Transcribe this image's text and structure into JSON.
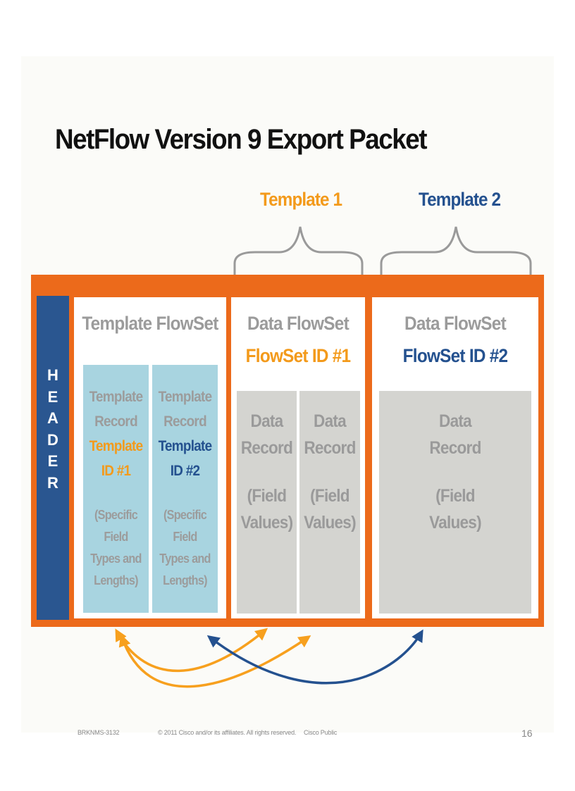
{
  "title": "NetFlow Version 9 Export Packet",
  "template_labels": {
    "t1": "Template 1",
    "t2": "Template 2"
  },
  "header_letters": [
    "H",
    "E",
    "A",
    "D",
    "E",
    "R"
  ],
  "template_flowset": {
    "title": "Template FlowSet",
    "records": [
      {
        "line1": "Template",
        "line2": "Record",
        "line3": "Template",
        "line4": "ID #1",
        "desc": [
          "(Specific",
          "Field",
          "Types and",
          "Lengths)"
        ]
      },
      {
        "line1": "Template",
        "line2": "Record",
        "line3": "Template",
        "line4": "ID #2",
        "desc": [
          "(Specific",
          "Field",
          "Types and",
          "Lengths)"
        ]
      }
    ]
  },
  "data_flowset_1": {
    "title": "Data FlowSet",
    "id_label": "FlowSet ID #1",
    "records": [
      {
        "line1": "Data",
        "line2": "Record",
        "line3": "(Field",
        "line4": "Values)"
      },
      {
        "line1": "Data",
        "line2": "Record",
        "line3": "(Field",
        "line4": "Values)"
      }
    ]
  },
  "data_flowset_2": {
    "title": "Data FlowSet",
    "id_label": "FlowSet ID #2",
    "record": {
      "line1": "Data",
      "line2": "Record",
      "line3": "(Field",
      "line4": "Values)"
    }
  },
  "colors": {
    "orange": "#f39a1b",
    "blue": "#24518f",
    "packet": "#ec6a1b",
    "template_record": "#a8d4e0",
    "data_record": "#d4d4d0"
  },
  "footer": {
    "code": "BRKNMS-3132",
    "copyright": "© 2011 Cisco and/or its affiliates. All rights reserved.",
    "classification": "Cisco Public",
    "page": "16"
  }
}
